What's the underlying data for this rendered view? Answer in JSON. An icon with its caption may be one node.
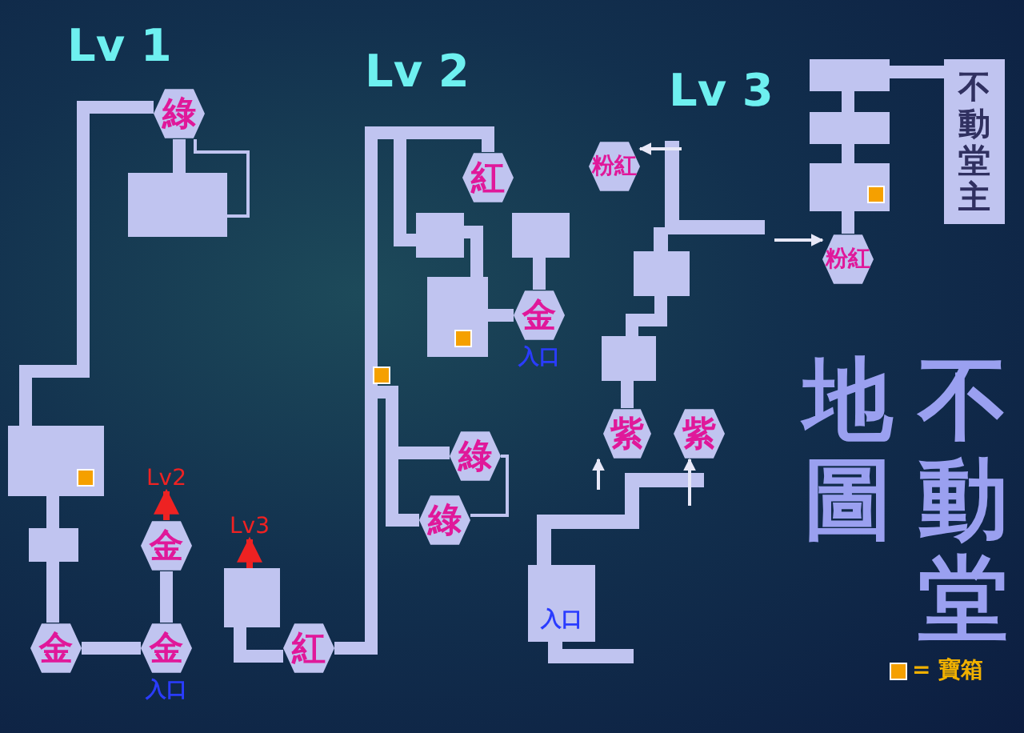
{
  "diagram": {
    "title": "不動堂地圖",
    "nodes": [
      {
        "text": [
          "綠"
        ]
      },
      {
        "text": [],
        "shape": "box"
      },
      {
        "text": [],
        "shape": "box"
      },
      {
        "text": [],
        "shape": "box"
      },
      {
        "text": [
          "金"
        ]
      },
      {
        "text": [
          "金"
        ],
        "beside": [
          "入口"
        ]
      },
      {
        "text": [
          "金"
        ]
      },
      {
        "text": [
          "Lv2"
        ]
      },
      {
        "text": [],
        "shape": "box"
      },
      {
        "text": [
          "Lv3"
        ]
      },
      {
        "text": [
          "紅"
        ]
      },
      {
        "text": [
          "紅"
        ]
      },
      {
        "text": [],
        "shape": "box"
      },
      {
        "text": [],
        "shape": "box"
      },
      {
        "text": [],
        "shape": "box"
      },
      {
        "text": [
          "金"
        ],
        "beside": [
          "入口"
        ]
      },
      {
        "text": [
          "綠"
        ]
      },
      {
        "text": [
          "綠"
        ]
      },
      {
        "text": [
          "粉紅"
        ]
      },
      {
        "text": [],
        "shape": "box"
      },
      {
        "text": [],
        "shape": "box"
      },
      {
        "text": [
          "紫"
        ]
      },
      {
        "text": [
          "紫"
        ]
      },
      {
        "text": [
          "入口"
        ]
      },
      {
        "text": [],
        "shape": "box"
      },
      {
        "text": [],
        "shape": "box"
      },
      {
        "text": [],
        "shape": "box"
      },
      {
        "text": [
          "粉紅"
        ]
      },
      {
        "text": [
          "不動堂主"
        ]
      }
    ],
    "edges": [
      {
        "from": 0,
        "to": 1,
        "arrow": "none"
      },
      {
        "from": 0,
        "to": 1,
        "arrow": "none"
      },
      {
        "from": 0,
        "to": 2,
        "arrow": "none"
      },
      {
        "from": 2,
        "to": 3,
        "arrow": "none"
      },
      {
        "from": 3,
        "to": 4,
        "arrow": "none"
      },
      {
        "from": 4,
        "to": 5,
        "arrow": "none"
      },
      {
        "from": 5,
        "to": 6,
        "arrow": "none"
      },
      {
        "from": 6,
        "to": 7,
        "arrow": "to",
        "color": "#ee2222"
      },
      {
        "from": 8,
        "to": 9,
        "arrow": "to",
        "color": "#ee2222"
      },
      {
        "from": 8,
        "to": 10,
        "arrow": "none"
      },
      {
        "from": 10,
        "to": 11,
        "arrow": "none"
      },
      {
        "from": 11,
        "to": 12,
        "arrow": "none"
      },
      {
        "from": 12,
        "to": 14,
        "arrow": "none"
      },
      {
        "from": 13,
        "to": 15,
        "arrow": "none"
      },
      {
        "from": 14,
        "to": 15,
        "arrow": "none"
      },
      {
        "from": 10,
        "to": 16,
        "arrow": "none"
      },
      {
        "from": 10,
        "to": 17,
        "arrow": "none"
      },
      {
        "from": 16,
        "to": 17,
        "arrow": "none"
      },
      {
        "from": null,
        "to": 18,
        "arrow": "to",
        "color": "#e8e8f8"
      },
      {
        "from": 19,
        "to": 20,
        "arrow": "none"
      },
      {
        "from": 20,
        "to": 21,
        "arrow": "none"
      },
      {
        "from": null,
        "to": 21,
        "arrow": "to",
        "color": "#e8e8f8"
      },
      {
        "from": null,
        "to": 22,
        "arrow": "to",
        "color": "#e8e8f8"
      },
      {
        "from": null,
        "to": 27,
        "arrow": "to",
        "color": "#e8e8f8"
      },
      {
        "from": 24,
        "to": 25,
        "arrow": "none"
      },
      {
        "from": 25,
        "to": 26,
        "arrow": "none"
      },
      {
        "from": 26,
        "to": 27,
        "arrow": "none"
      },
      {
        "from": 24,
        "to": 28,
        "arrow": "none"
      }
    ],
    "labels": [
      "Lv 1",
      "Lv 2",
      "Lv 3"
    ],
    "legend": [
      {
        "text": "= 寶箱",
        "color": "#f5a000"
      }
    ]
  }
}
